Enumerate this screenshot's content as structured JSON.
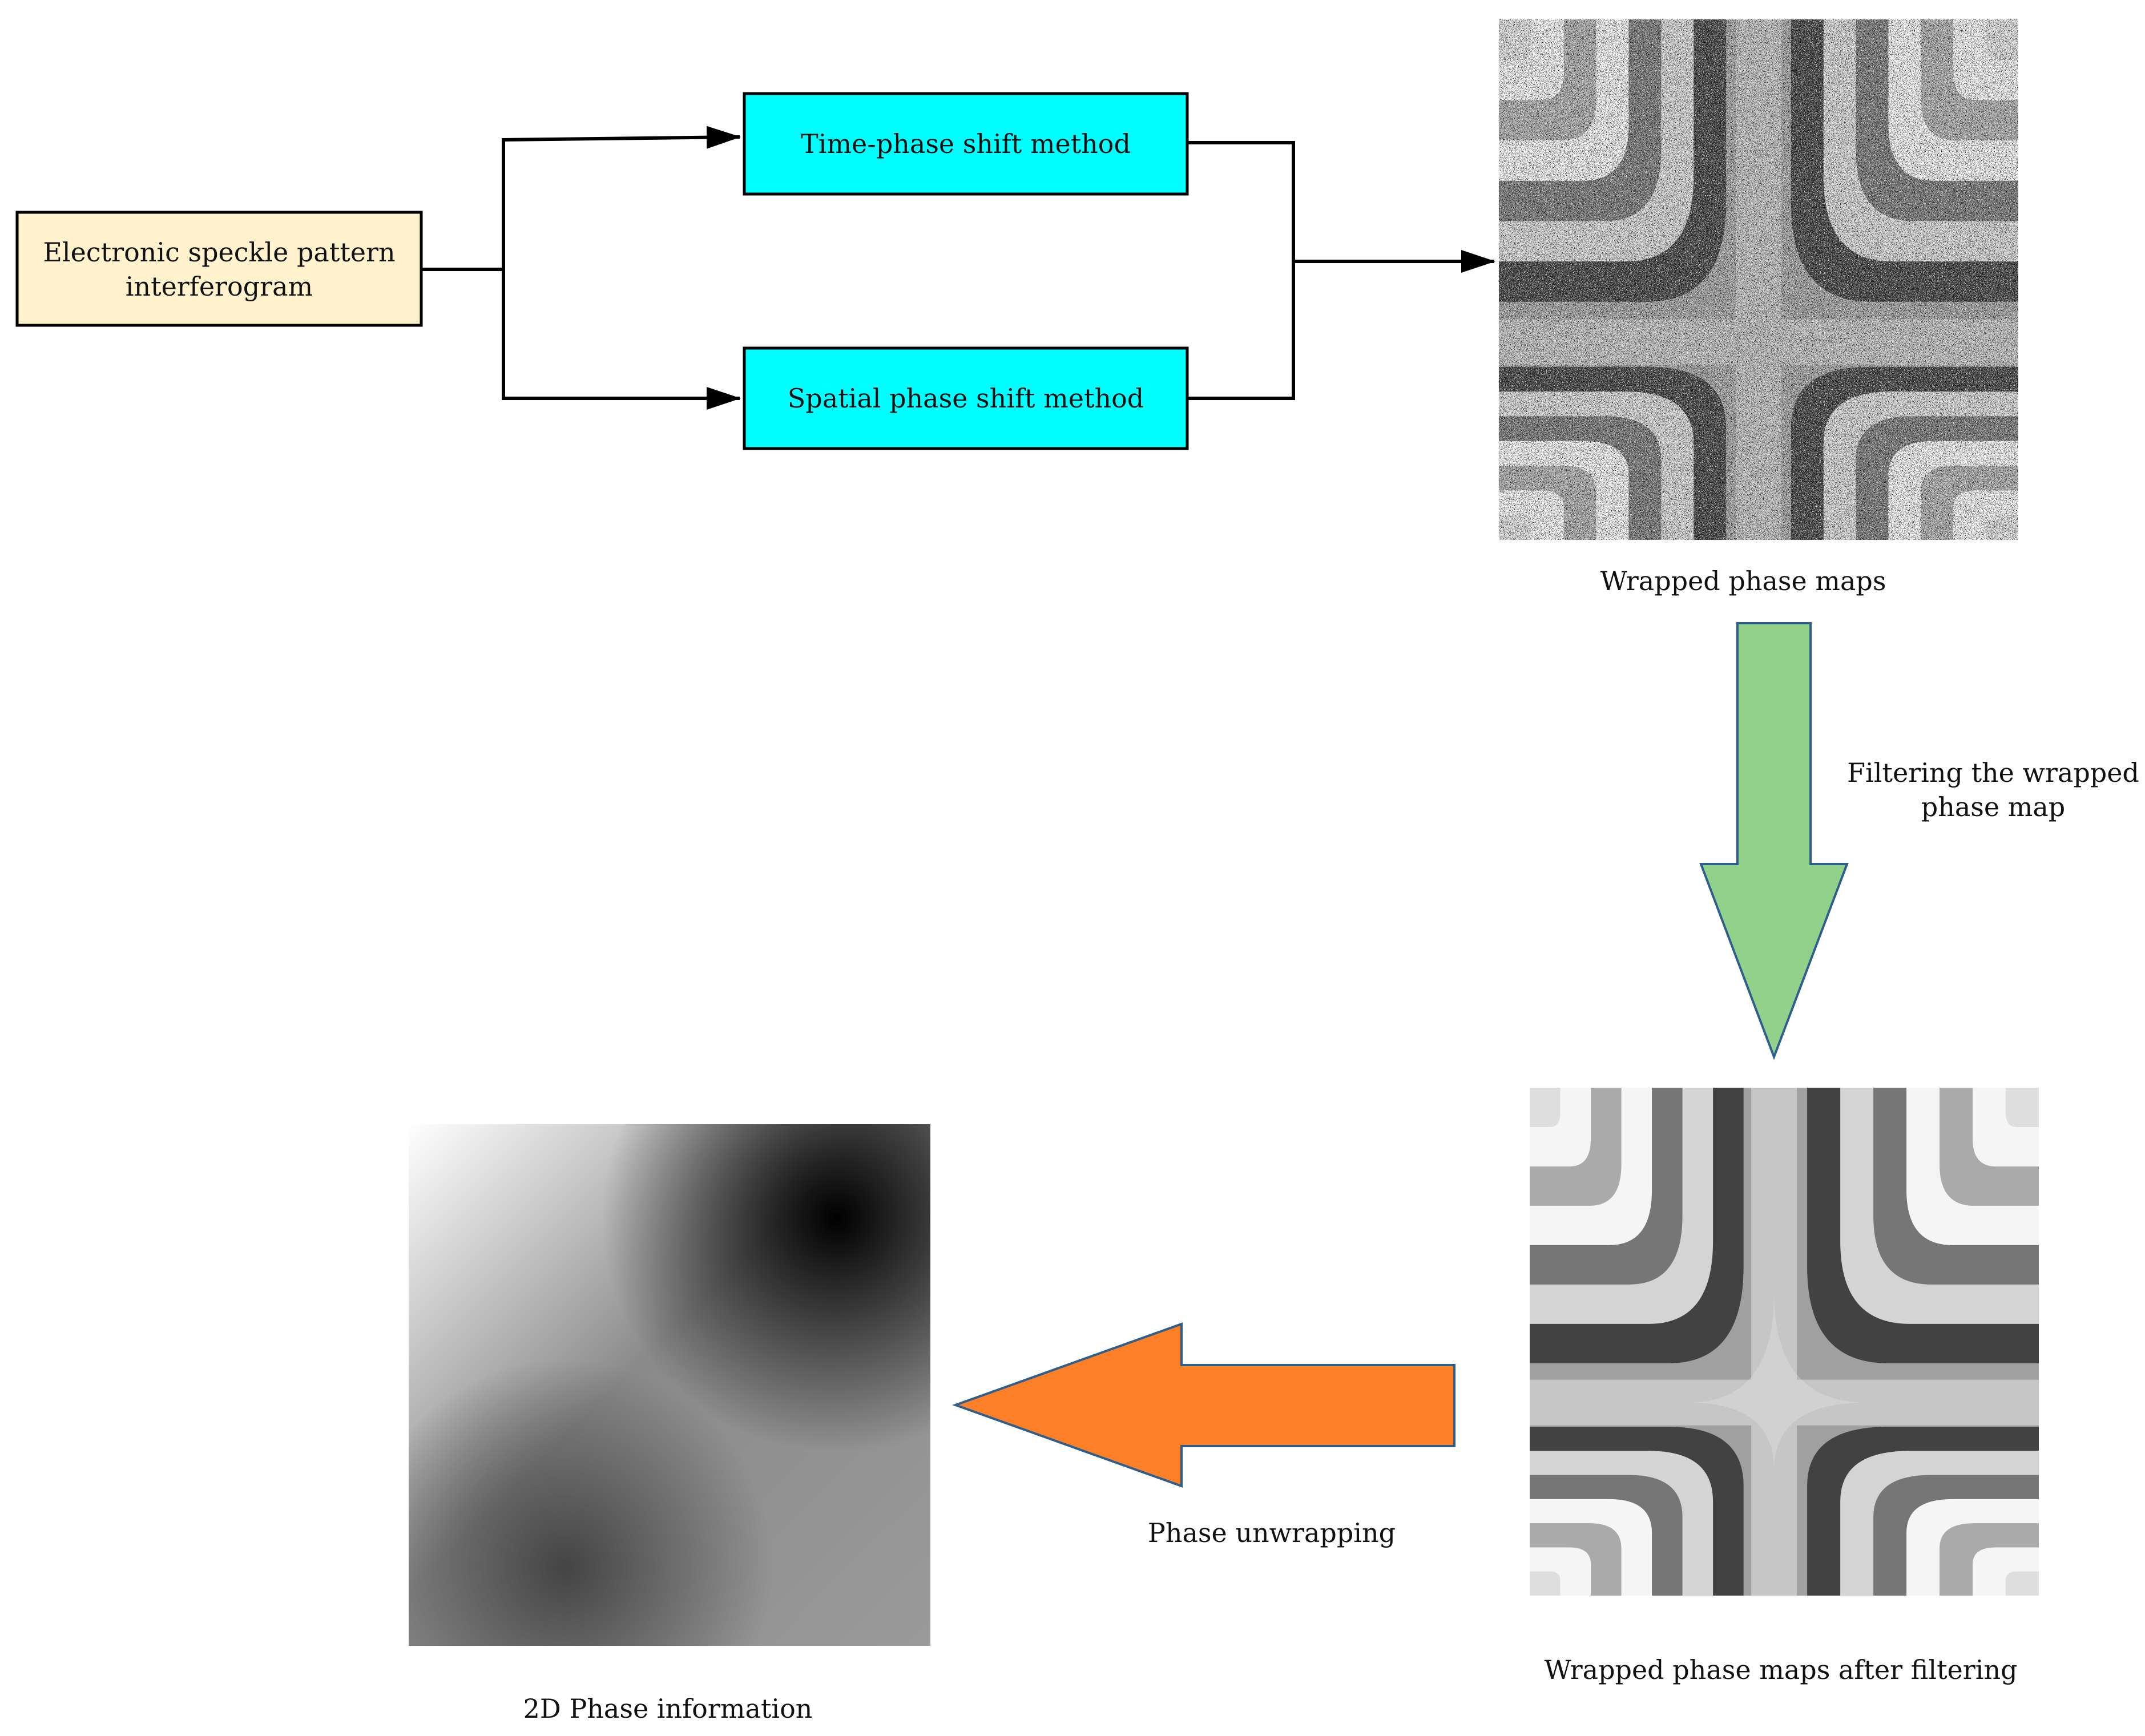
{
  "nodes": {
    "source": {
      "lines": [
        "Electronic speckle pattern",
        "interferogram"
      ],
      "fill": "#FFF2CC"
    },
    "time_phase": {
      "label": "Time-phase shift method",
      "fill": "#00FFFF"
    },
    "spatial_phase": {
      "label": "Spatial phase shift method",
      "fill": "#00FFFF"
    }
  },
  "images": {
    "wrapped": {
      "caption": "Wrapped phase maps"
    },
    "filtered": {
      "caption": "Wrapped phase maps after filtering"
    },
    "unwrapped": {
      "caption": "2D Phase information"
    }
  },
  "arrows": {
    "filtering": {
      "lines": [
        "Filtering the wrapped",
        "phase map"
      ],
      "fill": "#92D18A",
      "stroke": "#2E5E8C"
    },
    "unwrapping": {
      "label": "Phase unwrapping",
      "fill": "#FD7F28",
      "stroke": "#2E5E8C"
    }
  }
}
